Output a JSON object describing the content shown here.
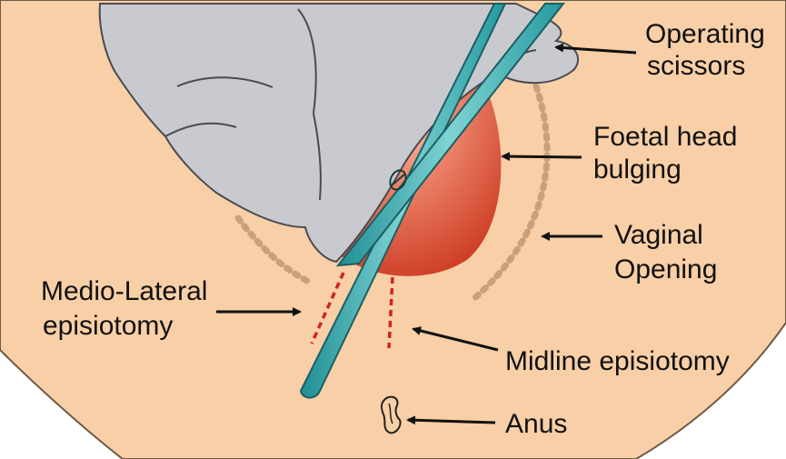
{
  "labels": {
    "operating_scissors": [
      "Operating",
      "scissors"
    ],
    "foetal_head": [
      "Foetal head",
      "bulging"
    ],
    "vaginal_opening": [
      "Vaginal",
      "Opening"
    ],
    "medio_lateral": [
      "Medio-Lateral",
      "episiotomy"
    ],
    "midline": "Midline episiotomy",
    "anus": "Anus"
  },
  "colors": {
    "skin": "#F8CFA6",
    "outline": "#6E5A48",
    "glove": "#C9CACF",
    "head": "#D4432A",
    "scissors": "#2EA7AC",
    "incision": "#D32222",
    "opening_dots": "#C8A07E",
    "arrow": "#111111"
  }
}
